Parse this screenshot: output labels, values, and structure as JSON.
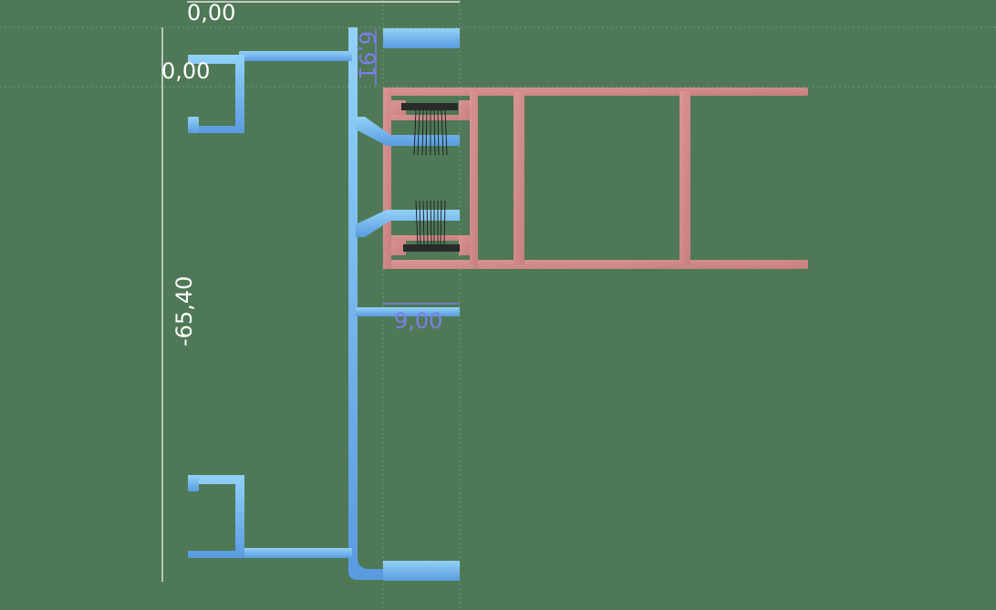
{
  "dimensions": {
    "top_origin": "0,00",
    "left_origin": "0,00",
    "total_height": "-65,40",
    "wall_thickness": "6,91",
    "lip_depth": "9,00"
  },
  "colors": {
    "background": "#4f7856",
    "frame_profile_light": "#8ccdf6",
    "frame_profile_dark": "#5c9ee0",
    "sash_profile": "#d38c8c",
    "gasket": "#2a2a2a",
    "dimension_white": "#ffffff",
    "dimension_blue": "#7b7fe6"
  },
  "icons": [
    "brush-seal-icon"
  ]
}
